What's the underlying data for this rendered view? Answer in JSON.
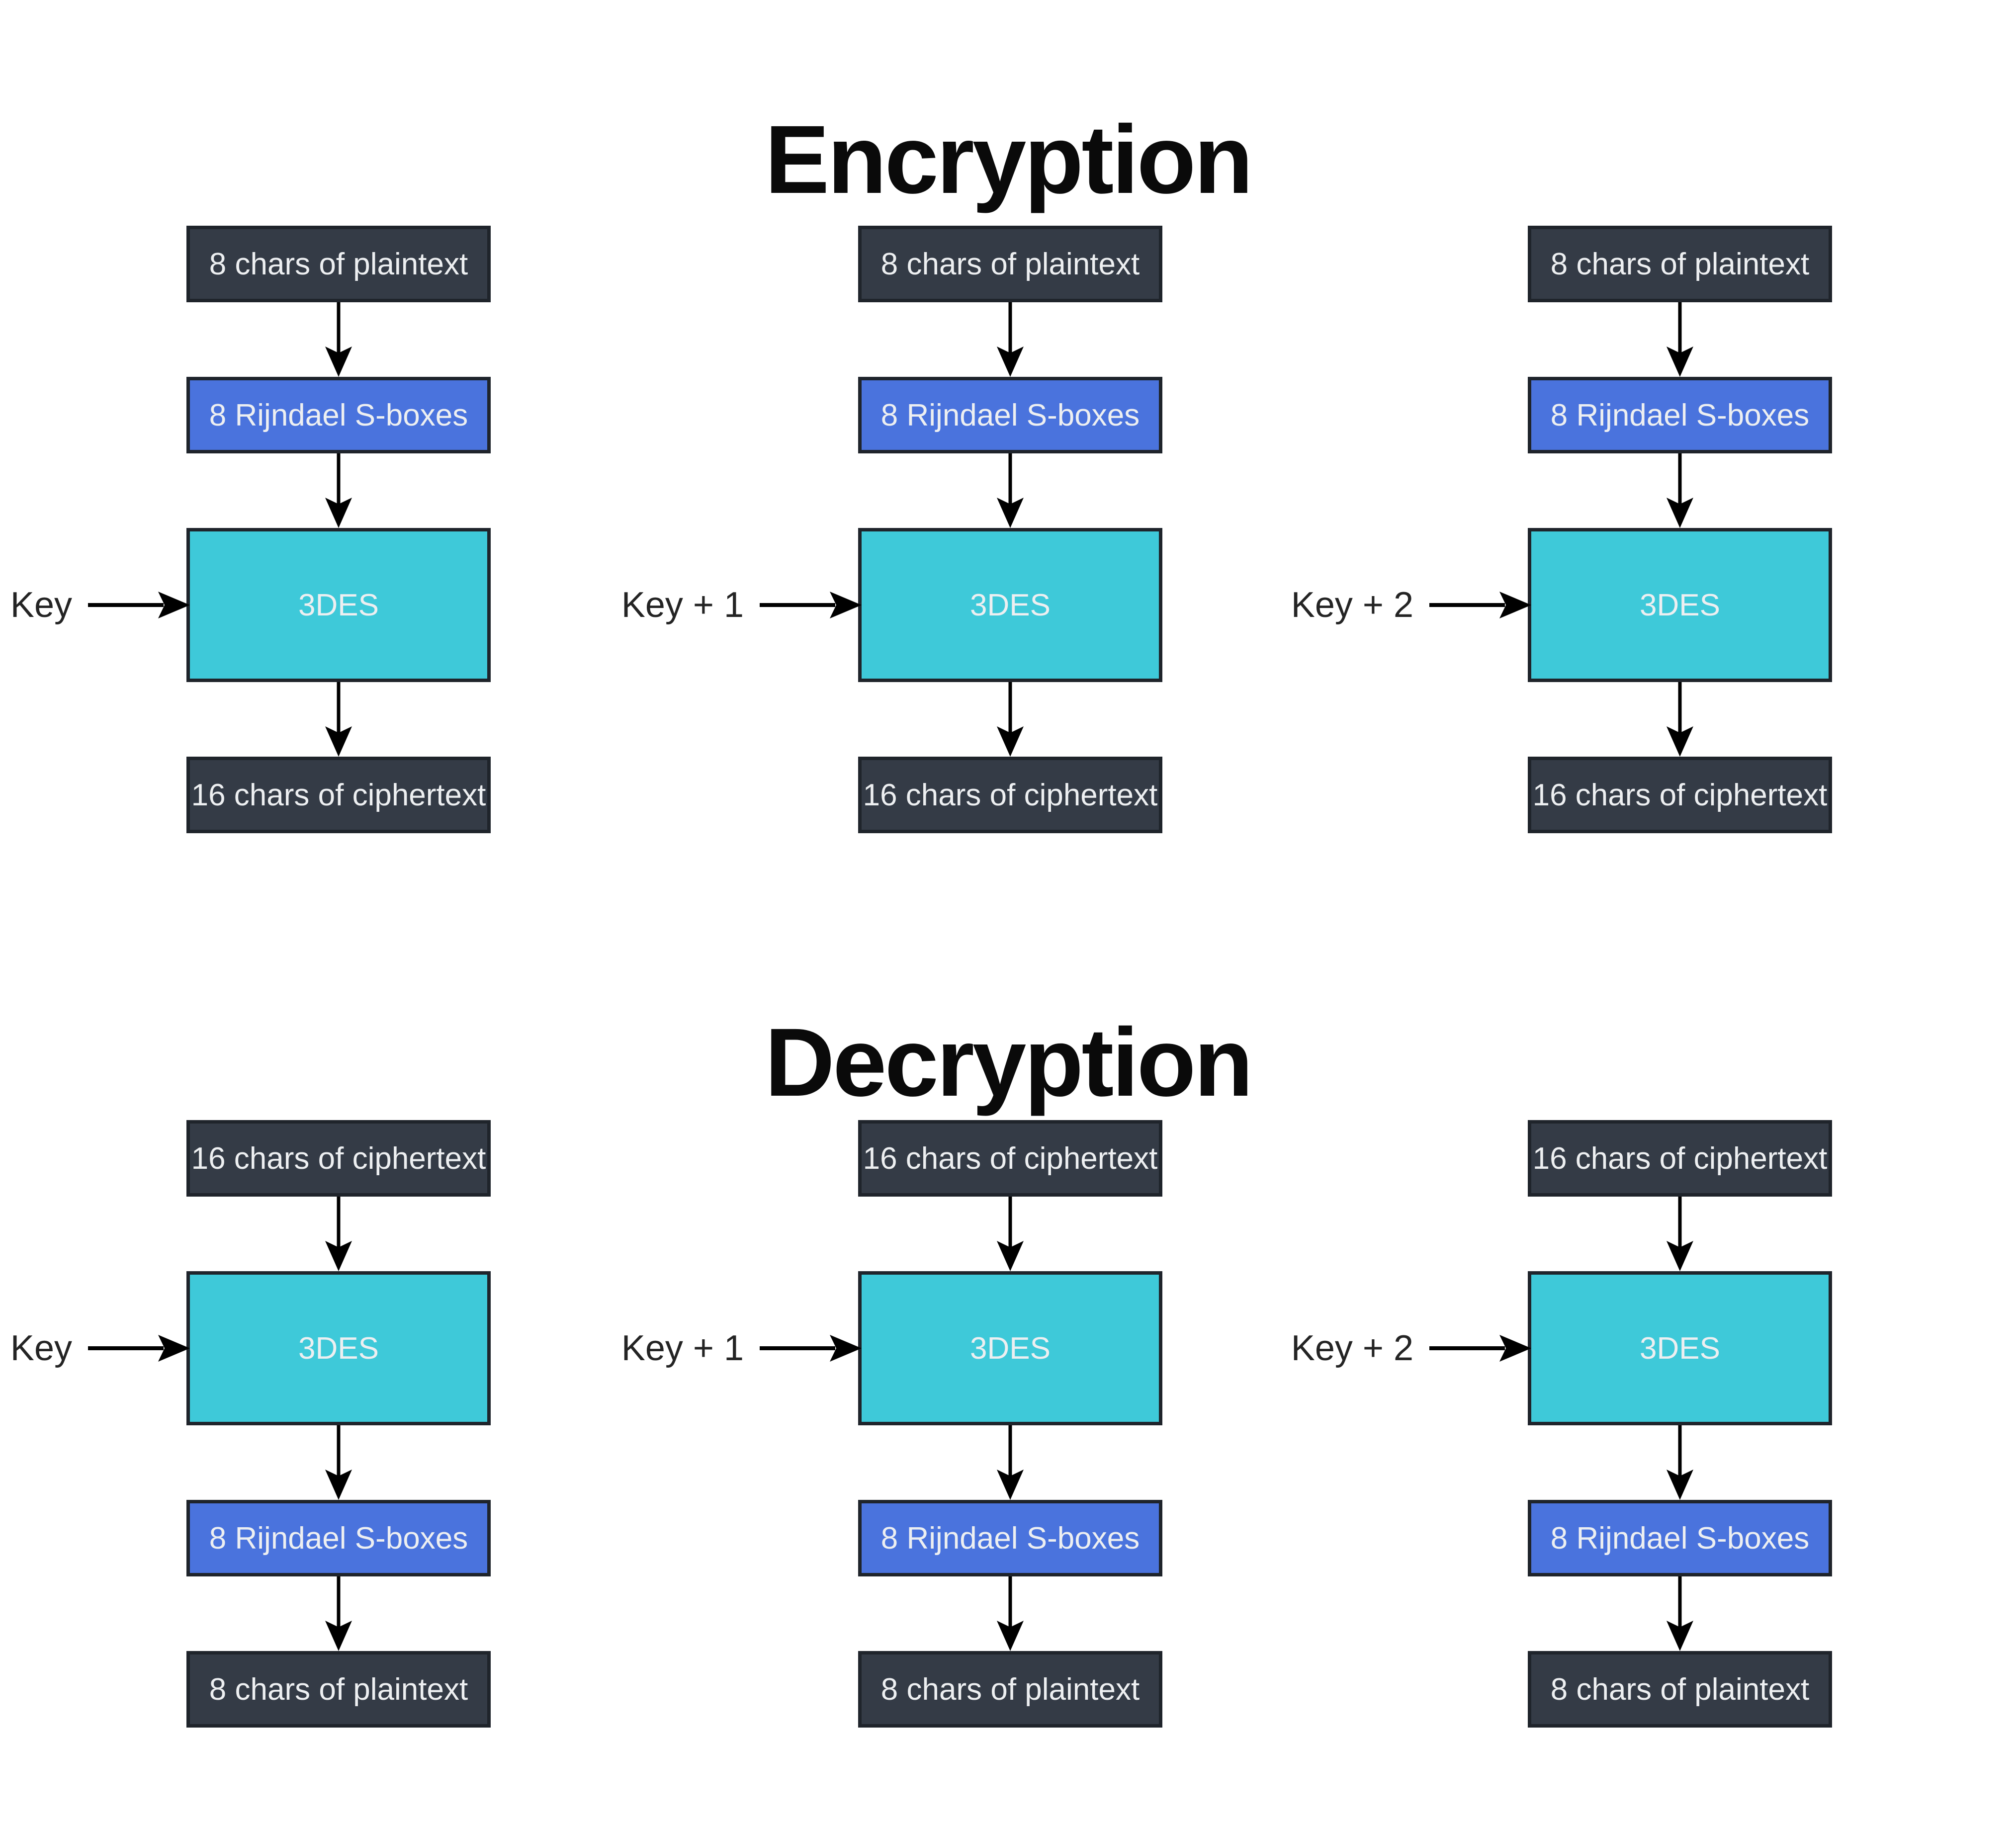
{
  "sections": {
    "encryption": {
      "title": "Encryption",
      "columns": [
        {
          "key_label": "Key",
          "steps": {
            "input": "8 chars of plaintext",
            "sboxes": "8 Rijndael S-boxes",
            "cipher": "3DES",
            "output": "16 chars of ciphertext"
          }
        },
        {
          "key_label": "Key + 1",
          "steps": {
            "input": "8 chars of plaintext",
            "sboxes": "8 Rijndael S-boxes",
            "cipher": "3DES",
            "output": "16 chars of ciphertext"
          }
        },
        {
          "key_label": "Key + 2",
          "steps": {
            "input": "8 chars of plaintext",
            "sboxes": "8 Rijndael S-boxes",
            "cipher": "3DES",
            "output": "16 chars of ciphertext"
          }
        }
      ]
    },
    "decryption": {
      "title": "Decryption",
      "columns": [
        {
          "key_label": "Key",
          "steps": {
            "input": "16 chars of ciphertext",
            "cipher": "3DES",
            "sboxes": "8 Rijndael S-boxes",
            "output": "8 chars of plaintext"
          }
        },
        {
          "key_label": "Key + 1",
          "steps": {
            "input": "16 chars of ciphertext",
            "cipher": "3DES",
            "sboxes": "8 Rijndael S-boxes",
            "output": "8 chars of plaintext"
          }
        },
        {
          "key_label": "Key + 2",
          "steps": {
            "input": "16 chars of ciphertext",
            "cipher": "3DES",
            "sboxes": "8 Rijndael S-boxes",
            "output": "8 chars of plaintext"
          }
        }
      ]
    }
  },
  "colors": {
    "background": "#ffffff",
    "box_dark": "#343b46",
    "box_blue": "#4a73dd",
    "box_cyan": "#3ec9d9",
    "box_border": "#1f242b",
    "box_text": "#edeff1",
    "arrow": "#000000",
    "key_text": "#242424",
    "title_text": "#0a0a0a"
  }
}
